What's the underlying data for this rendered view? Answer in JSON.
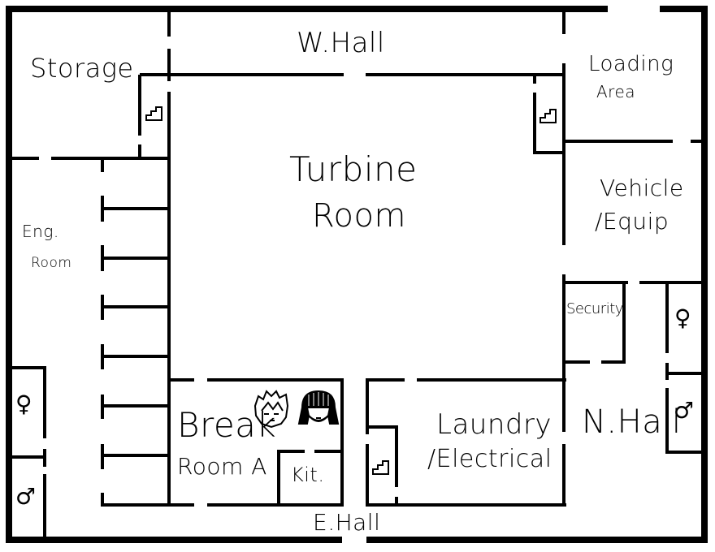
{
  "rooms": {
    "storage": "Storage",
    "w_hall": "W.Hall",
    "loading_1": "Loading",
    "loading_2": "Area",
    "turbine_1": "Turbine",
    "turbine_2": "Room",
    "vehicle_1": "Vehicle",
    "vehicle_2": "/Equip",
    "eng_1": "Eng.",
    "eng_2": "Room",
    "security": "Security",
    "break_1": "Break",
    "break_2": "Room A",
    "kitchen": "Kit.",
    "laundry_1": "Laundry",
    "laundry_2": "/Electrical",
    "n_hall": "N.Hall",
    "e_hall": "E.Hall"
  },
  "symbols": {
    "female": "♀",
    "male": "♂"
  },
  "colors": {
    "wall": "#000000",
    "background": "#ffffff"
  }
}
